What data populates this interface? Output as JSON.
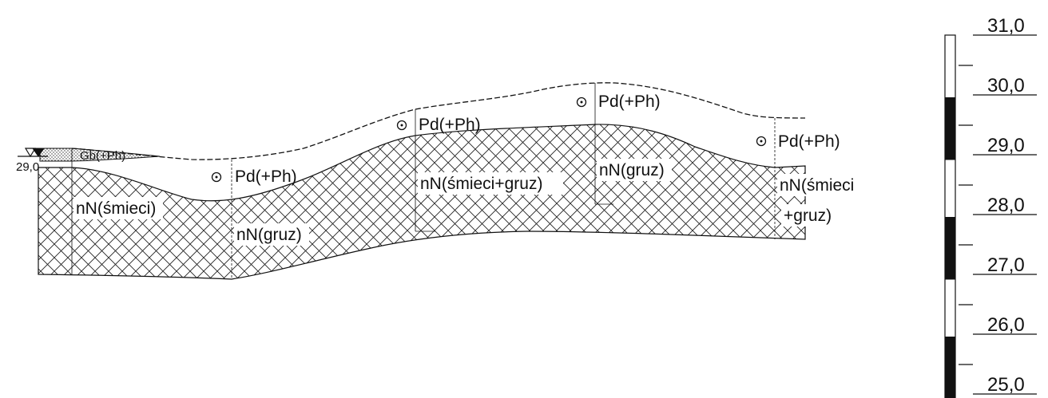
{
  "water_level": "29,0",
  "soil_labels": {
    "gb": "Gb(+Ph)",
    "pd_1": "Pd(+Ph)",
    "pd_2": "Pd(+Ph)",
    "pd_3": "Pd(+Ph)",
    "pd_4": "Pd(+Ph)",
    "nn_1": "nN(śmieci)",
    "nn_2": "nN(gruz)",
    "nn_3": "nN(śmieci+gruz)",
    "nn_4": "nN(gruz)",
    "nn_5a": "nN(śmieci",
    "nn_5b": "+gruz)"
  },
  "elevation_scale": {
    "ticks": [
      "31,0",
      "30,0",
      "29,0",
      "28,0",
      "27,0",
      "26,0",
      "25,0"
    ]
  }
}
